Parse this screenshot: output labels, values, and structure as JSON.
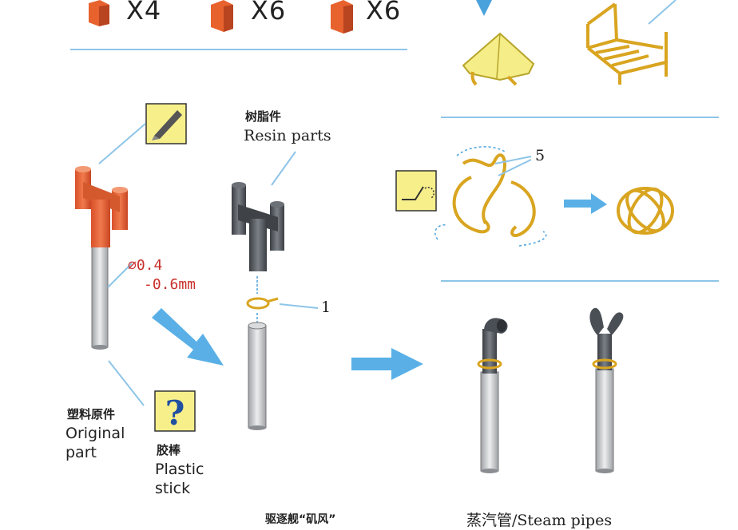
{
  "counts": [
    "X4",
    "X6",
    "X6"
  ],
  "resin": {
    "zh": "树脂件",
    "en": "Resin parts"
  },
  "original": {
    "zh": "塑料原件",
    "en1": "Original",
    "en2": "part"
  },
  "stick": {
    "zh": "胶棒",
    "en1": "Plastic",
    "en2": "stick"
  },
  "dimension": {
    "line1": "∅0.4",
    "line2": "-0.6mm"
  },
  "callouts": {
    "part1": "1",
    "part5": "5"
  },
  "footer_left": "驱逐舰“矶风”",
  "footer_right": "蒸汽管/Steam pipes",
  "colors": {
    "accent_line": "#8ec5e8",
    "orange": "#e8622e",
    "yellow_icon": "#f7ef8a",
    "brass": "#d9a520",
    "resin_gray": "#4a4f55",
    "arrow": "#5ab0e6"
  },
  "icons": [
    "knife-icon",
    "bend-icon",
    "question-icon"
  ]
}
